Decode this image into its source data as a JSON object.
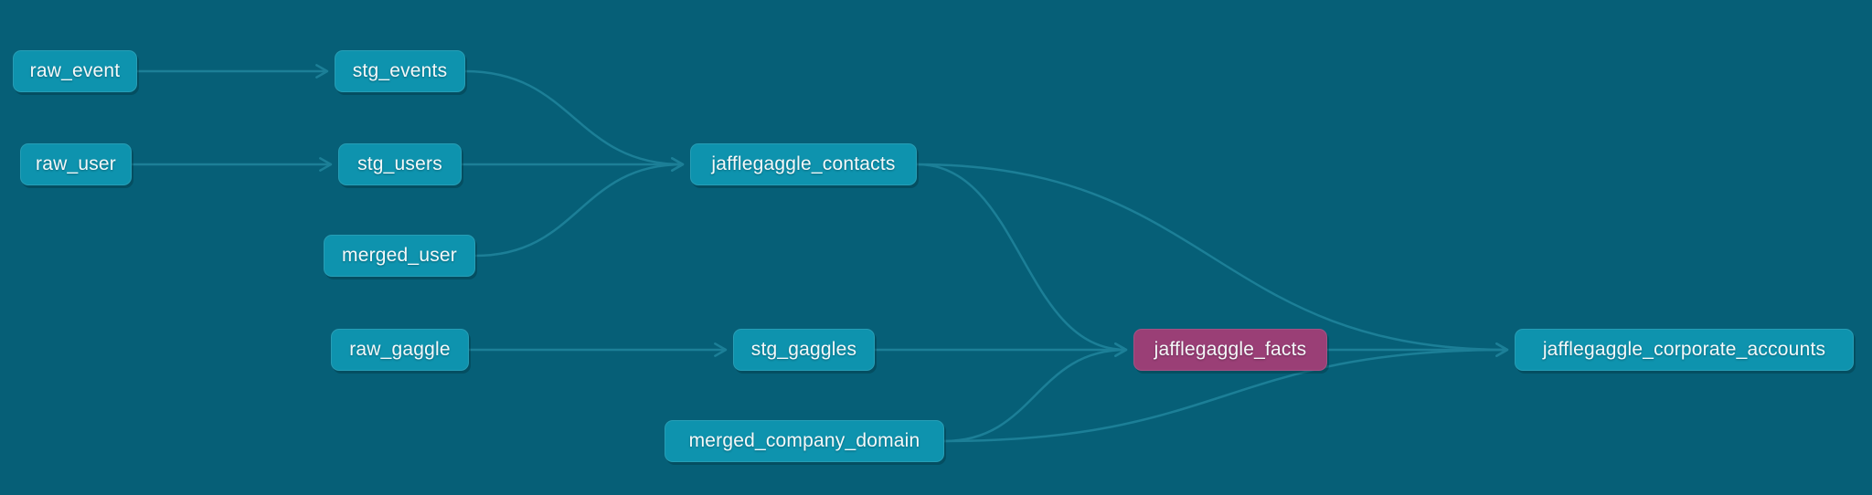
{
  "colors": {
    "background": "#065F77",
    "node": "#0E93AE",
    "node_selected": "#9A3F76",
    "edge": "#1C7F97",
    "text": "#F4F8F9"
  },
  "diagram": {
    "type": "lineage-dag",
    "selected_node": "jafflegaggle_facts",
    "nodes": [
      {
        "id": "raw_event",
        "label": "raw_event",
        "variant": "default"
      },
      {
        "id": "stg_events",
        "label": "stg_events",
        "variant": "default"
      },
      {
        "id": "raw_user",
        "label": "raw_user",
        "variant": "default"
      },
      {
        "id": "stg_users",
        "label": "stg_users",
        "variant": "default"
      },
      {
        "id": "merged_user",
        "label": "merged_user",
        "variant": "default"
      },
      {
        "id": "jafflegaggle_contacts",
        "label": "jafflegaggle_contacts",
        "variant": "default"
      },
      {
        "id": "raw_gaggle",
        "label": "raw_gaggle",
        "variant": "default"
      },
      {
        "id": "stg_gaggles",
        "label": "stg_gaggles",
        "variant": "default"
      },
      {
        "id": "merged_company_domain",
        "label": "merged_company_domain",
        "variant": "default"
      },
      {
        "id": "jafflegaggle_facts",
        "label": "jafflegaggle_facts",
        "variant": "selected"
      },
      {
        "id": "jafflegaggle_corporate_accounts",
        "label": "jafflegaggle_corporate_accounts",
        "variant": "default"
      }
    ],
    "edges": [
      {
        "from": "raw_event",
        "to": "stg_events"
      },
      {
        "from": "raw_user",
        "to": "stg_users"
      },
      {
        "from": "stg_events",
        "to": "jafflegaggle_contacts"
      },
      {
        "from": "stg_users",
        "to": "jafflegaggle_contacts"
      },
      {
        "from": "merged_user",
        "to": "jafflegaggle_contacts"
      },
      {
        "from": "raw_gaggle",
        "to": "stg_gaggles"
      },
      {
        "from": "stg_gaggles",
        "to": "jafflegaggle_facts"
      },
      {
        "from": "jafflegaggle_contacts",
        "to": "jafflegaggle_facts"
      },
      {
        "from": "merged_company_domain",
        "to": "jafflegaggle_facts"
      },
      {
        "from": "jafflegaggle_contacts",
        "to": "jafflegaggle_corporate_accounts"
      },
      {
        "from": "jafflegaggle_facts",
        "to": "jafflegaggle_corporate_accounts"
      },
      {
        "from": "merged_company_domain",
        "to": "jafflegaggle_corporate_accounts"
      }
    ]
  }
}
